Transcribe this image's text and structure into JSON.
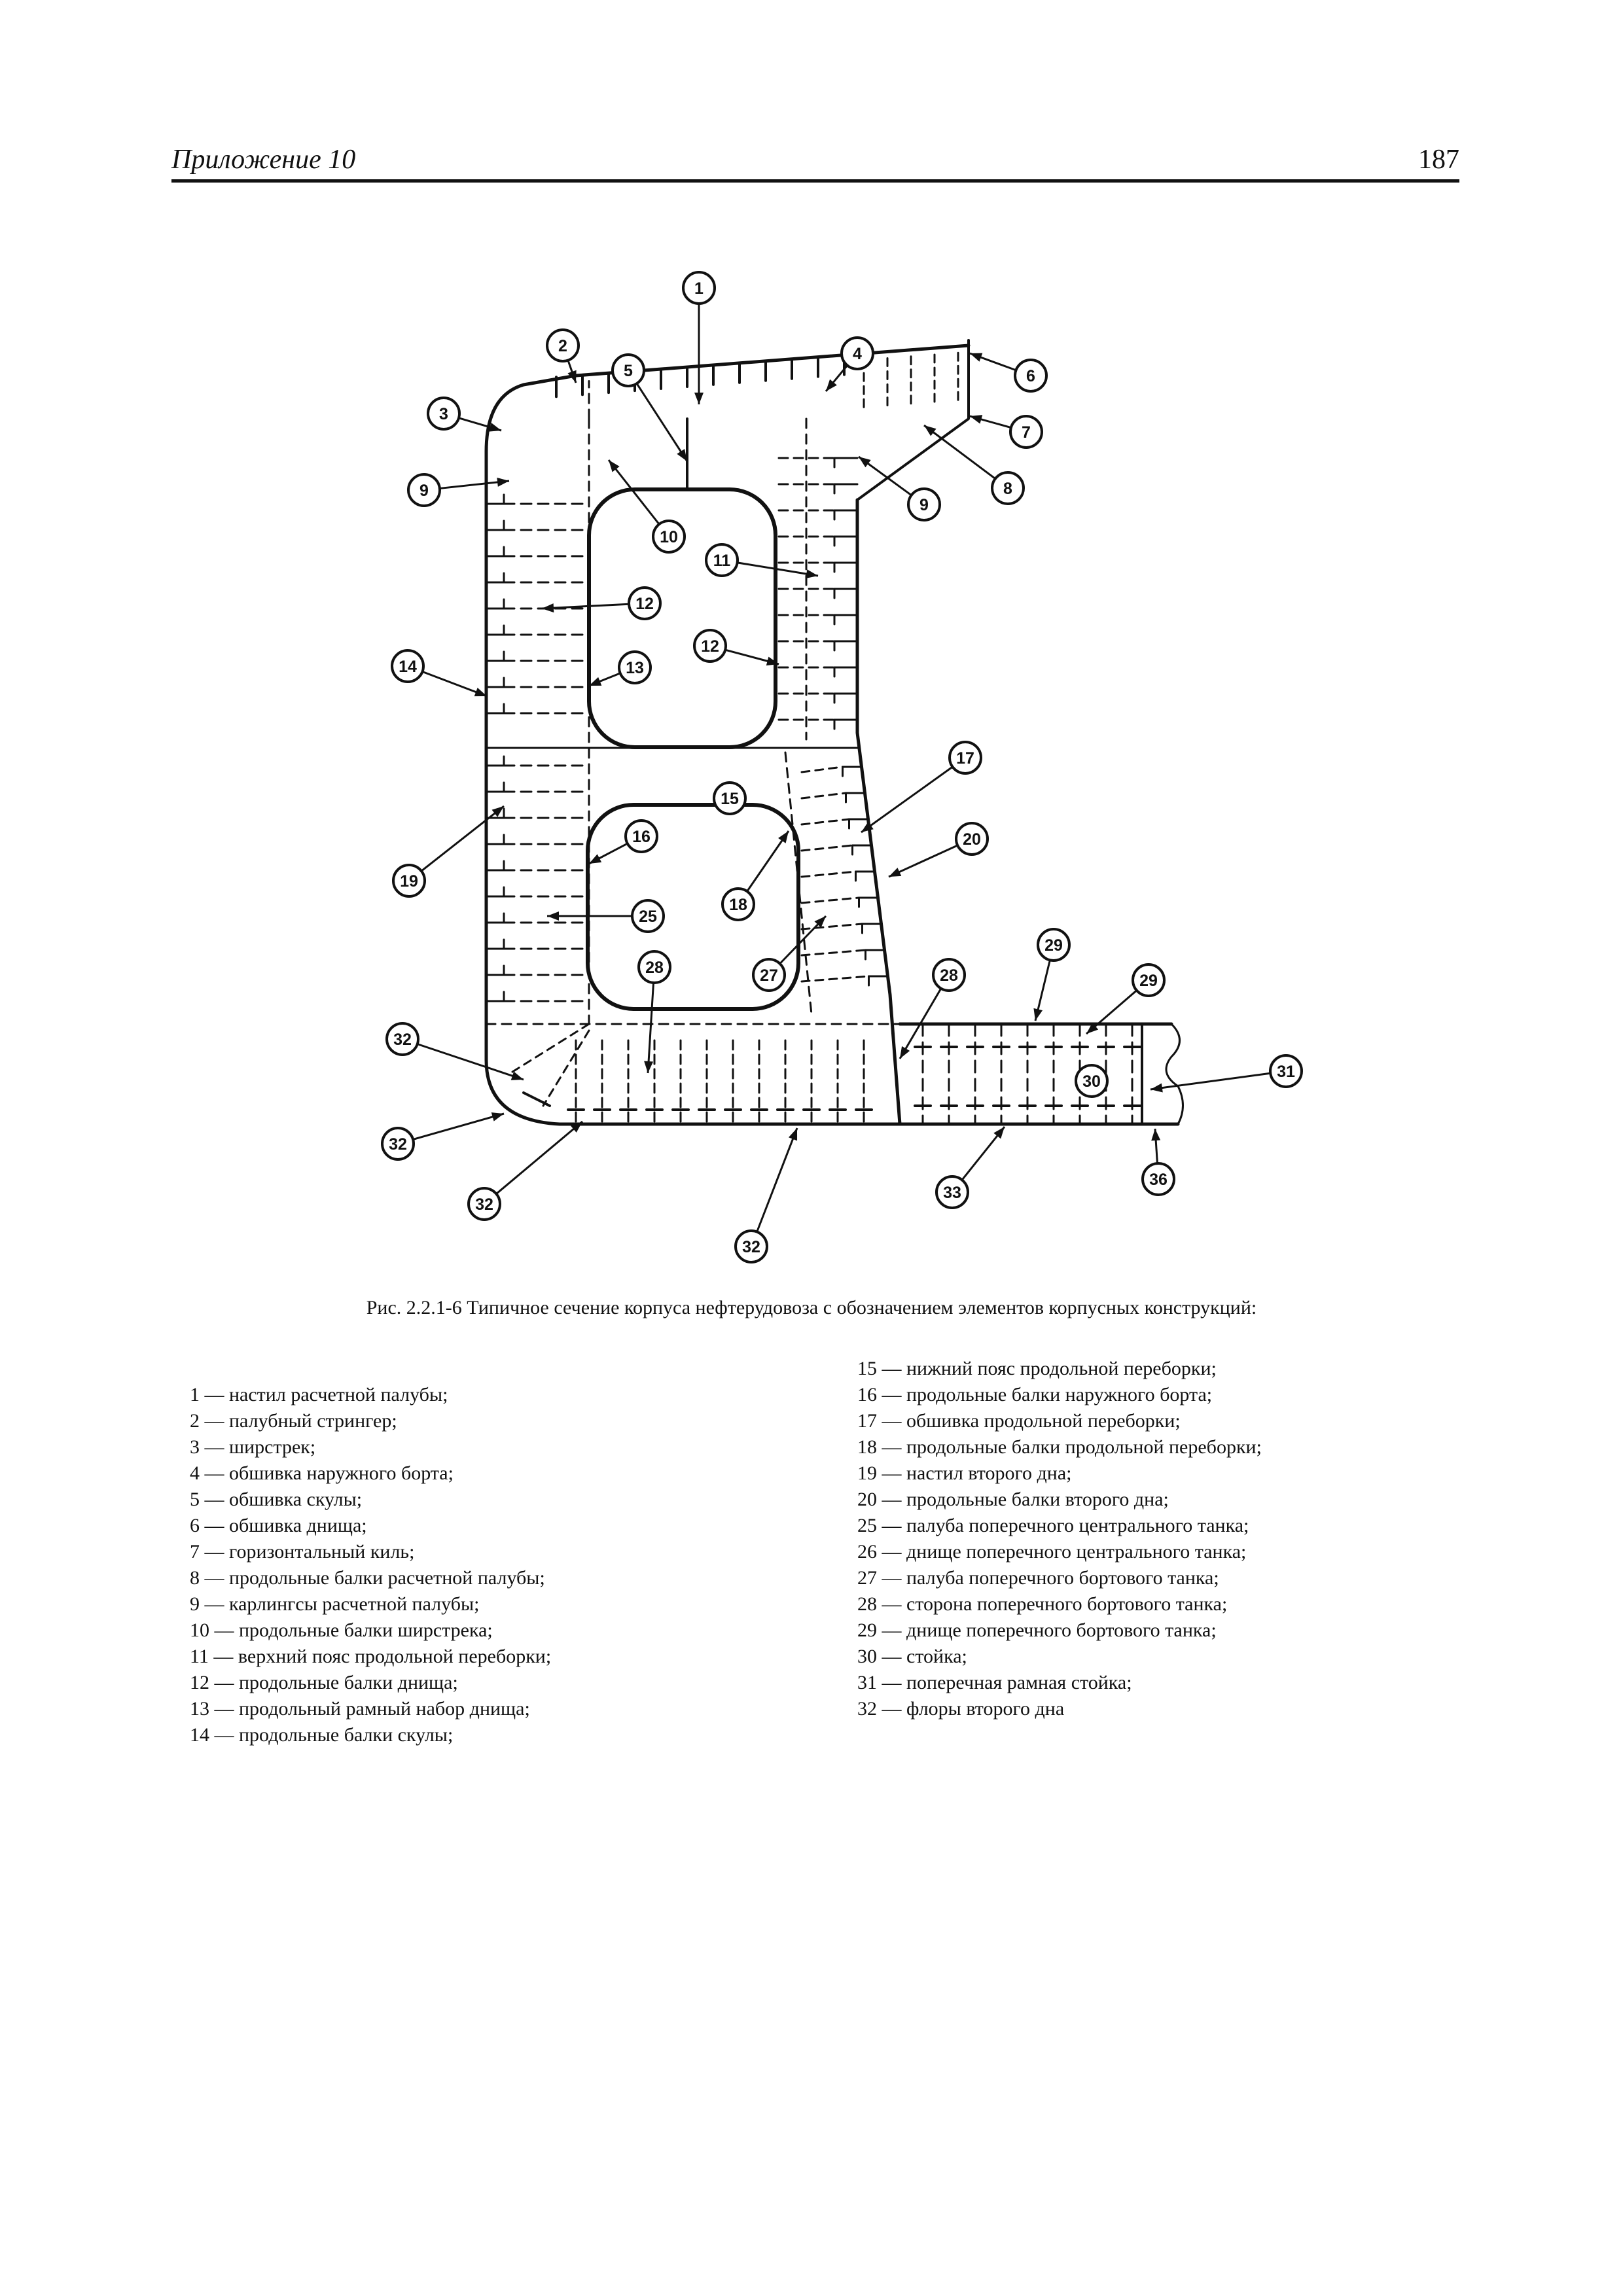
{
  "header": {
    "section": "Приложение 10",
    "page_number": "187"
  },
  "figure": {
    "callouts": [
      "1",
      "2",
      "3",
      "4",
      "5",
      "6",
      "7",
      "8",
      "9",
      "9",
      "10",
      "11",
      "12",
      "12",
      "13",
      "14",
      "15",
      "16",
      "17",
      "18",
      "19",
      "20",
      "25",
      "27",
      "28",
      "28",
      "29",
      "29",
      "30",
      "31",
      "32",
      "32",
      "32",
      "32",
      "33",
      "36"
    ],
    "caption": "Рис. 2.2.1-6 Типичное сечение корпуса нефтерудовоза с обозначением элементов корпусных конструкций:"
  },
  "legend": {
    "left": [
      "1 — настил расчетной палубы;",
      "2 — палубный стрингер;",
      "3 — ширстрек;",
      "4 — обшивка наружного борта;",
      "5 — обшивка скулы;",
      "6 — обшивка днища;",
      "7 — горизонтальный киль;",
      "8 — продольные балки расчетной палубы;",
      "9 — карлингсы расчетной палубы;",
      "10 — продольные балки ширстрека;",
      "11 — верхний пояс продольной переборки;",
      "12 — продольные балки днища;",
      "13 — продольный рамный набор днища;",
      "14 — продольные балки скулы;"
    ],
    "right": [
      "15 — нижний пояс продольной переборки;",
      "16 — продольные балки наружного борта;",
      "17 — обшивка продольной переборки;",
      "18 — продольные балки продольной переборки;",
      "19 — настил второго дна;",
      "20 — продольные балки второго дна;",
      "25 — палуба поперечного центрального танка;",
      "26 — днище поперечного центрального танка;",
      "27 — палуба поперечного бортового танка;",
      "28 — сторона поперечного бортового танка;",
      "29 — днище поперечного бортового танка;",
      "30 — стойка;",
      "31 — поперечная рамная стойка;",
      "32 — флоры второго дна"
    ]
  }
}
